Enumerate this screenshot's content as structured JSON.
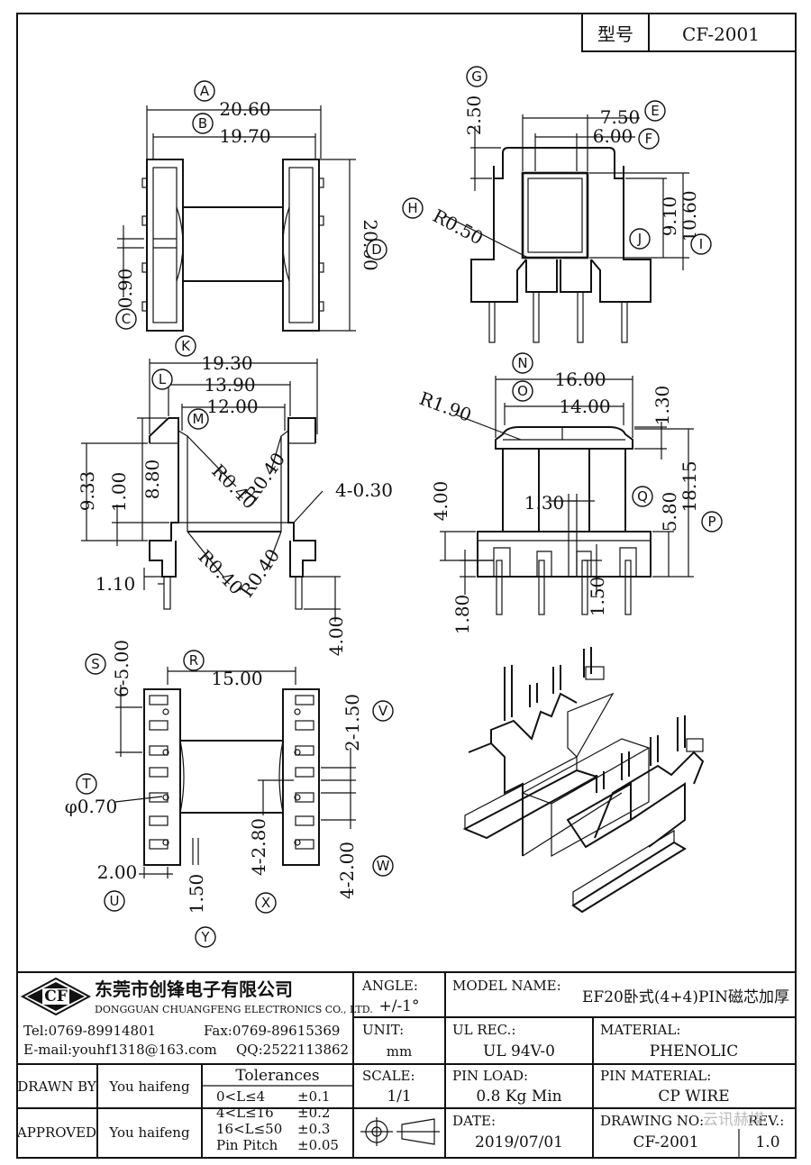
{
  "header": {
    "model_label": "型号",
    "model_value": "CF-2001"
  },
  "labels": {
    "A": "A",
    "B": "B",
    "C": "C",
    "D": "D",
    "E": "E",
    "F": "F",
    "G": "G",
    "H": "H",
    "I": "I",
    "J": "J",
    "K": "K",
    "L": "L",
    "M": "M",
    "N": "N",
    "O": "O",
    "P": "P",
    "Q": "Q",
    "R": "R",
    "S": "S",
    "T": "T",
    "U": "U",
    "V": "V",
    "W": "W",
    "X": "X",
    "Y": "Y"
  },
  "dims": {
    "a": "20.60",
    "b": "19.70",
    "c": "0.90",
    "d": "20.00",
    "e": "7.50",
    "f": "6.00",
    "g": "2.50",
    "h": "R0.50",
    "i": "10.60",
    "j": "9.10",
    "k": "19.30",
    "l": "13.90",
    "m": "12.00",
    "h1": "9.33",
    "h2": "8.80",
    "h3": "1.00",
    "r1": "R0.40",
    "r2": "R0.40",
    "r3": "R0.40",
    "r4": "R0.40",
    "sl": "4-0.30",
    "p1": "1.10",
    "p2": "4.00",
    "n": "16.00",
    "o": "14.00",
    "r190": "R1.90",
    "t130": "1.30",
    "c130": "1.30",
    "v400": "4.00",
    "q": "5.80",
    "p": "18.15",
    "b180": "1.80",
    "b150": "1.50",
    "s": "6-5.00",
    "r": "15.00",
    "v": "2-1.50",
    "t": "φ0.70",
    "u": "2.00",
    "y": "1.50",
    "x": "4-2.80",
    "w": "4-2.00"
  },
  "company": {
    "logo": "CF",
    "name_cn": "东莞市创锋电子有限公司",
    "name_en": "DONGGUAN CHUANGFENG ELECTRONICS CO., LTD.",
    "tel": "Tel:0769-89914801",
    "fax": "Fax:0769-89615369",
    "email": "E-mail:youhf1318@163.com",
    "qq": "QQ:2522113862"
  },
  "title_block": {
    "angle_label": "ANGLE:",
    "angle_value": "+/-1°",
    "model_name_label": "MODEL NAME:",
    "model_name_value": "EF20卧式(4+4)PIN磁芯加厚",
    "unit_label": "UNIT:",
    "unit_value": "mm",
    "ul_label": "UL REC.:",
    "ul_value": "UL 94V-0",
    "material_label": "MATERIAL:",
    "material_value": "PHENOLIC",
    "drawn_label": "DRAWN BY",
    "drawn_value": "You haifeng",
    "approved_label": "APPROVED",
    "approved_value": "You haifeng",
    "tol_title": "Tolerances",
    "tol_rows": [
      {
        "range": "0<L≤4",
        "tol": "±0.1"
      },
      {
        "range": "4<L≤16",
        "tol": "±0.2"
      },
      {
        "range": "16<L≤50",
        "tol": "±0.3"
      },
      {
        "range": "Pin Pitch",
        "tol": "±0.05"
      }
    ],
    "scale_label": "SCALE:",
    "scale_value": "1/1",
    "pinload_label": "PIN LOAD:",
    "pinload_value": "0.8 Kg Min",
    "pinmat_label": "PIN MATERIAL:",
    "pinmat_value": "CP WIRE",
    "date_label": "DATE:",
    "date_value": "2019/07/01",
    "drawing_label": "DRAWING NO:",
    "drawing_value": "CF-2001",
    "rev_label": "REV.:",
    "rev_value": "1.0",
    "watermark": "云讯赫煤"
  }
}
